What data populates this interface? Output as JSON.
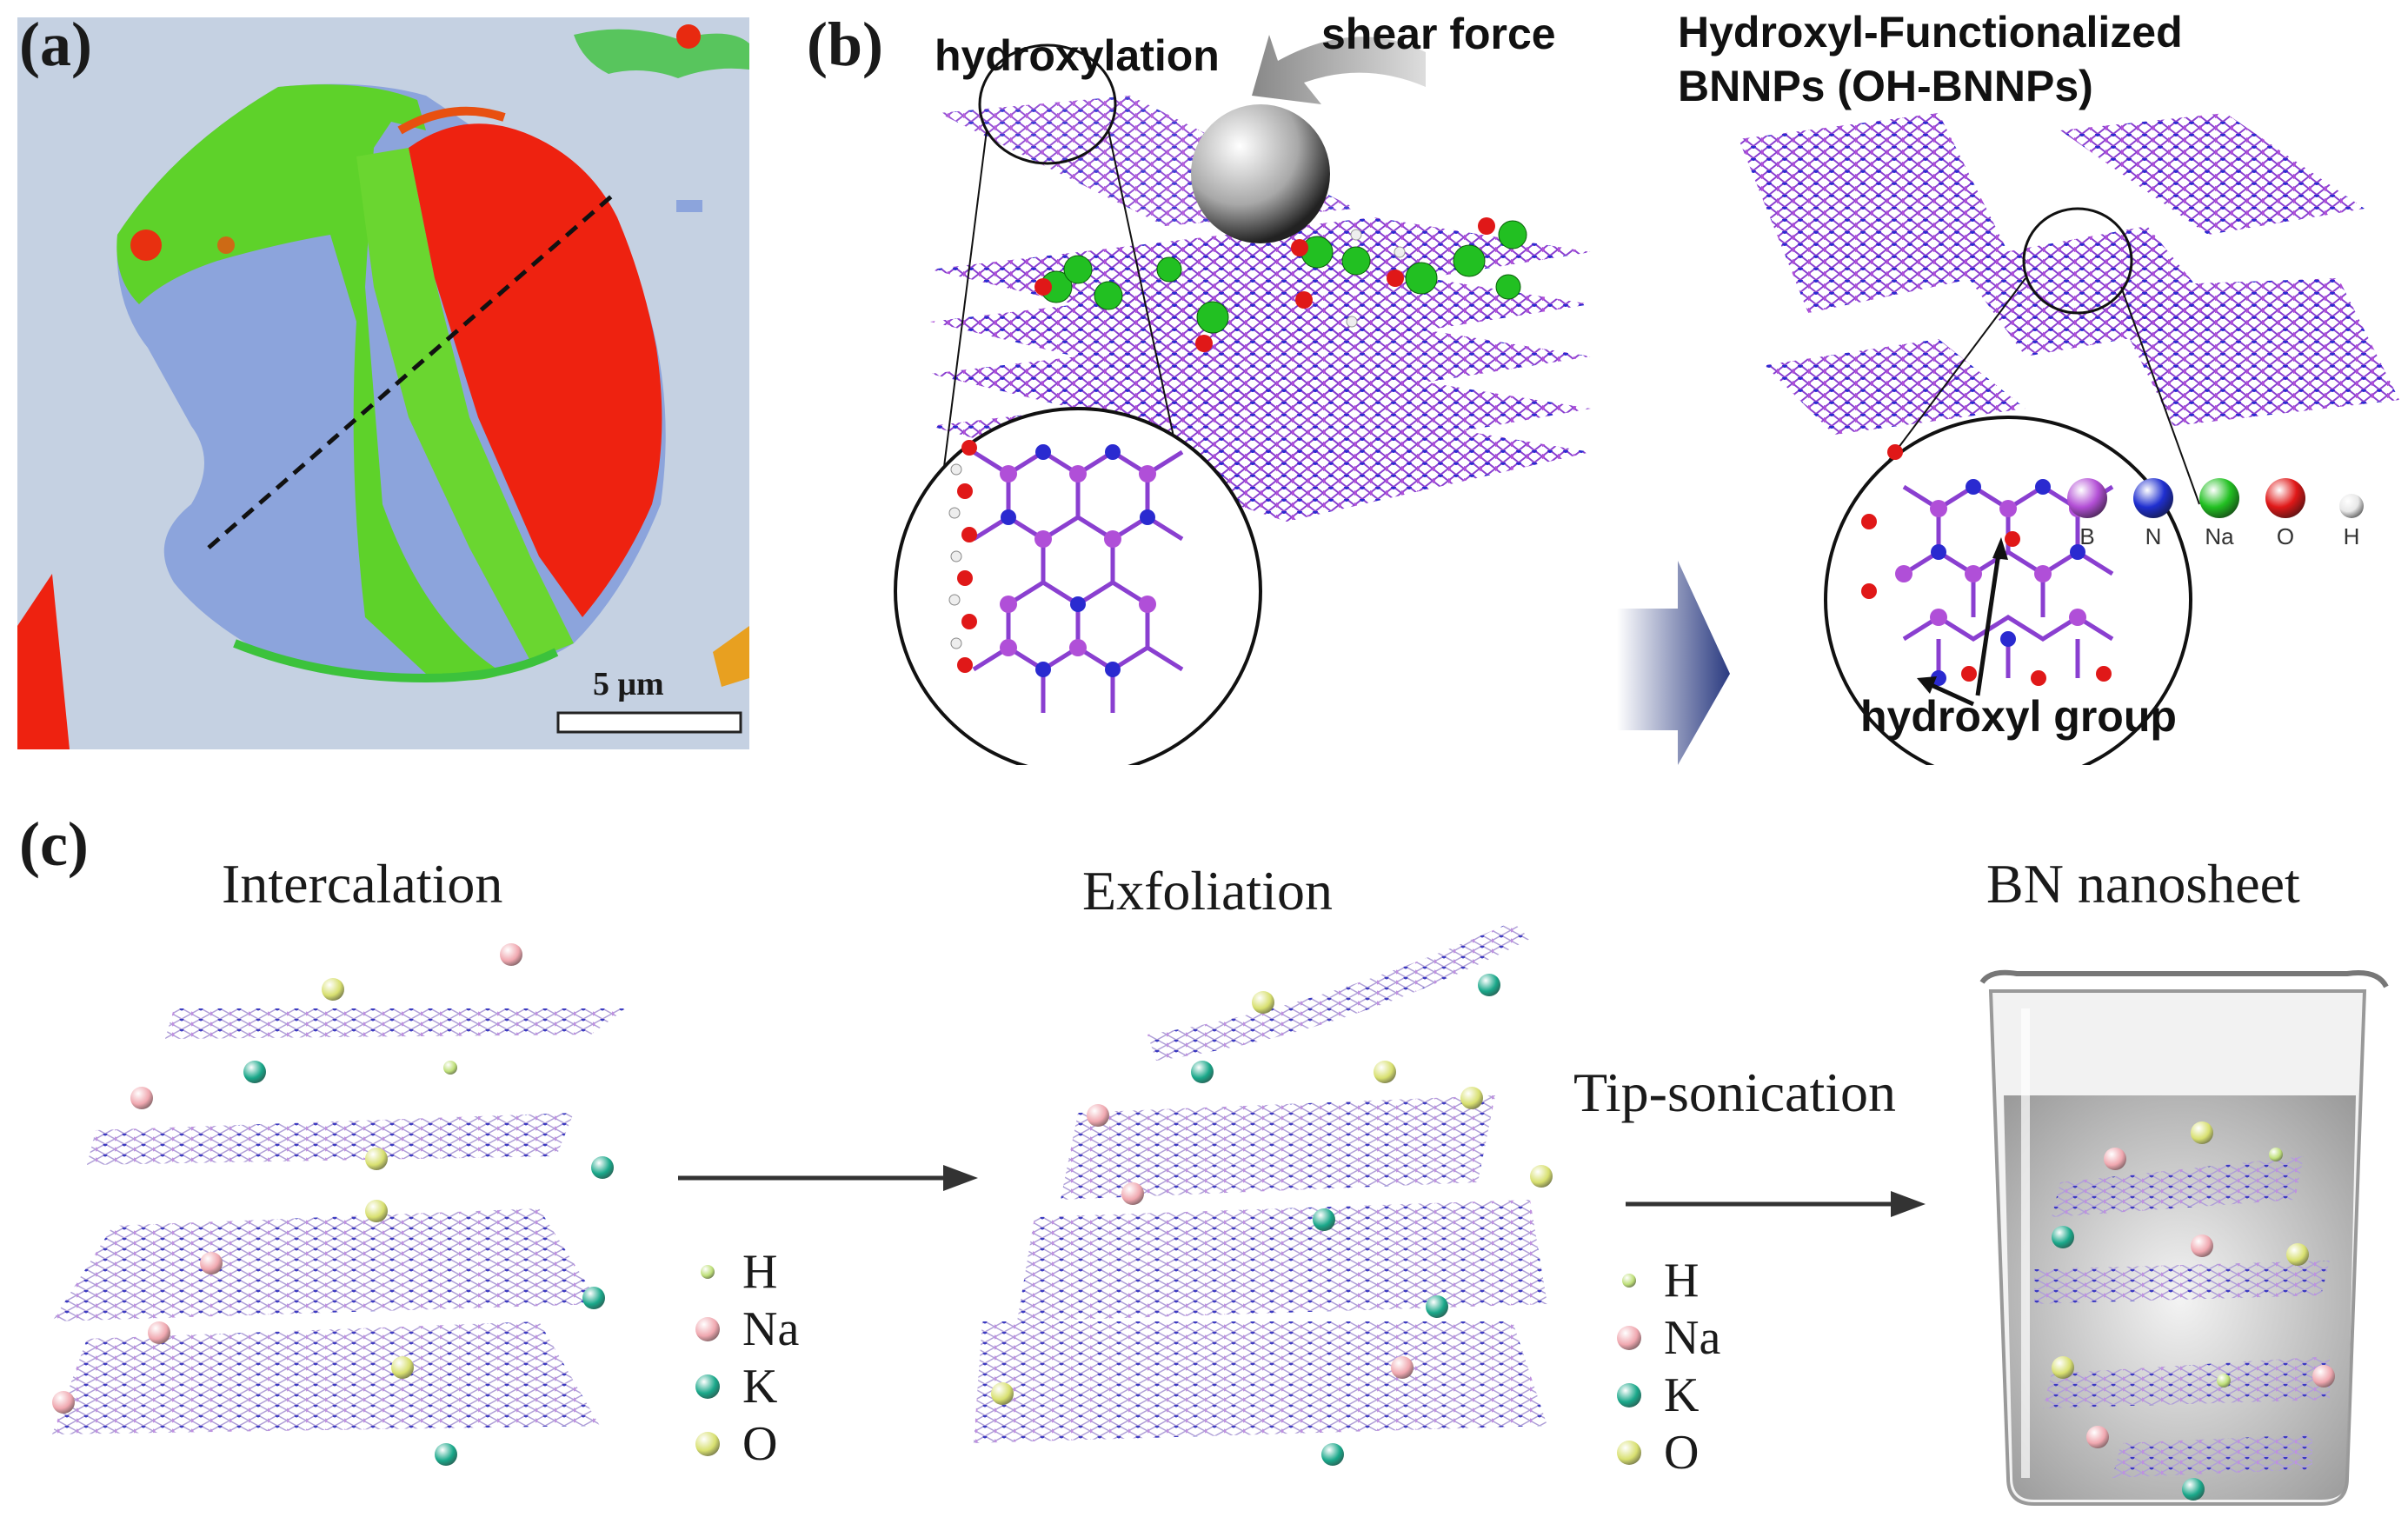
{
  "panels": {
    "a": {
      "label": "(a)",
      "scale_bar": "5 μm"
    },
    "b": {
      "label": "(b)",
      "hydroxylation": "hydroxylation",
      "shear_force": "shear force",
      "product_title_line1": "Hydroxyl-Functionalized",
      "product_title_line2": "BNNPs (OH-BNNPs)",
      "hydroxyl_group": "hydroxyl group",
      "legend": [
        {
          "symbol": "B",
          "color": "#b34fd6"
        },
        {
          "symbol": "N",
          "color": "#1f2fd0"
        },
        {
          "symbol": "Na",
          "color": "#22c022"
        },
        {
          "symbol": "O",
          "color": "#e01818"
        },
        {
          "symbol": "H",
          "color": "#e8e8e8"
        }
      ]
    },
    "c": {
      "label": "(c)",
      "intercalation": "Intercalation",
      "exfoliation": "Exfoliation",
      "nanosheet": "BN nanosheet",
      "tip_sonication": "Tip-sonication",
      "legend": [
        {
          "symbol": "H",
          "color": "#bfe07a"
        },
        {
          "symbol": "Na",
          "color": "#f0a8b0"
        },
        {
          "symbol": "K",
          "color": "#1aa88a"
        },
        {
          "symbol": "O",
          "color": "#d8e070"
        }
      ]
    }
  }
}
